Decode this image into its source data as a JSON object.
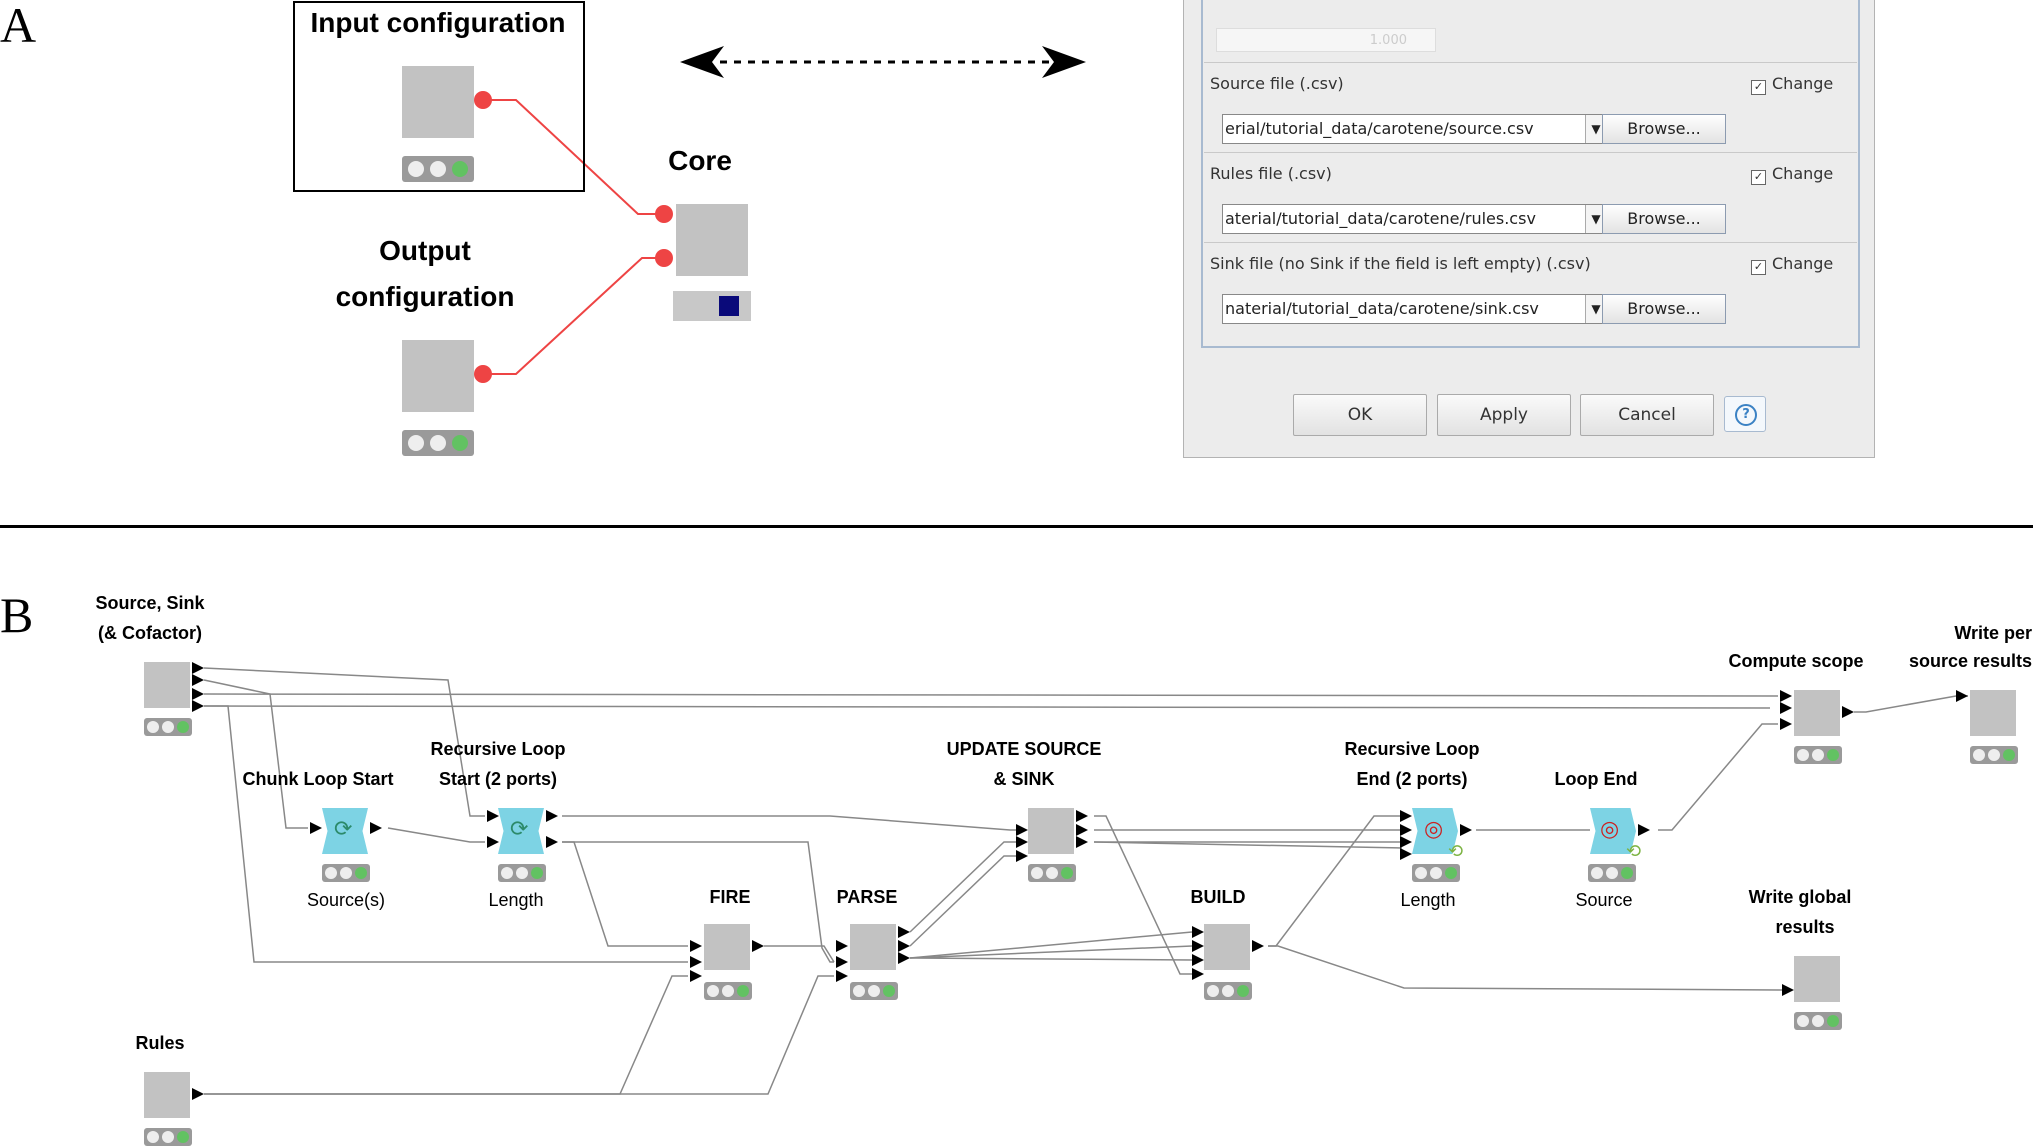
{
  "panel_a": {
    "letter": "A",
    "input_label": "Input configuration",
    "core_label": "Core",
    "output_label_line1": "Output",
    "output_label_line2": "configuration"
  },
  "dialog": {
    "hidden_value": "1.000",
    "sections": [
      {
        "title": "Source file (.csv)",
        "change": "Change",
        "path": "erial/tutorial_data/carotene/source.csv",
        "browse": "Browse..."
      },
      {
        "title": "Rules file (.csv)",
        "change": "Change",
        "path": "aterial/tutorial_data/carotene/rules.csv",
        "browse": "Browse..."
      },
      {
        "title": "Sink file (no Sink if the field is left empty) (.csv)",
        "change": "Change",
        "path": "naterial/tutorial_data/carotene/sink.csv",
        "browse": "Browse..."
      }
    ],
    "buttons": {
      "ok": "OK",
      "apply": "Apply",
      "cancel": "Cancel"
    }
  },
  "panel_b": {
    "letter": "B",
    "nodes": {
      "source_sink": {
        "line1": "Source, Sink",
        "line2": "(& Cofactor)"
      },
      "rules": {
        "line1": "Rules"
      },
      "chunk_loop": {
        "line1": "Chunk Loop Start",
        "sub": "Source(s)"
      },
      "recursive_start": {
        "line1": "Recursive Loop",
        "line2": "Start (2 ports)",
        "sub": "Length"
      },
      "fire": {
        "line1": "FIRE"
      },
      "parse": {
        "line1": "PARSE"
      },
      "update": {
        "line1": "UPDATE SOURCE",
        "line2": "& SINK"
      },
      "build": {
        "line1": "BUILD"
      },
      "recursive_end": {
        "line1": "Recursive Loop",
        "line2": "End (2 ports)",
        "sub": "Length"
      },
      "loop_end": {
        "line1": "Loop End",
        "sub": "Source"
      },
      "compute_scope": {
        "line1": "Compute scope"
      },
      "write_per_source": {
        "line1": "Write per",
        "line2": "source results"
      },
      "write_global": {
        "line1": "Write global",
        "line2": "results"
      }
    }
  }
}
